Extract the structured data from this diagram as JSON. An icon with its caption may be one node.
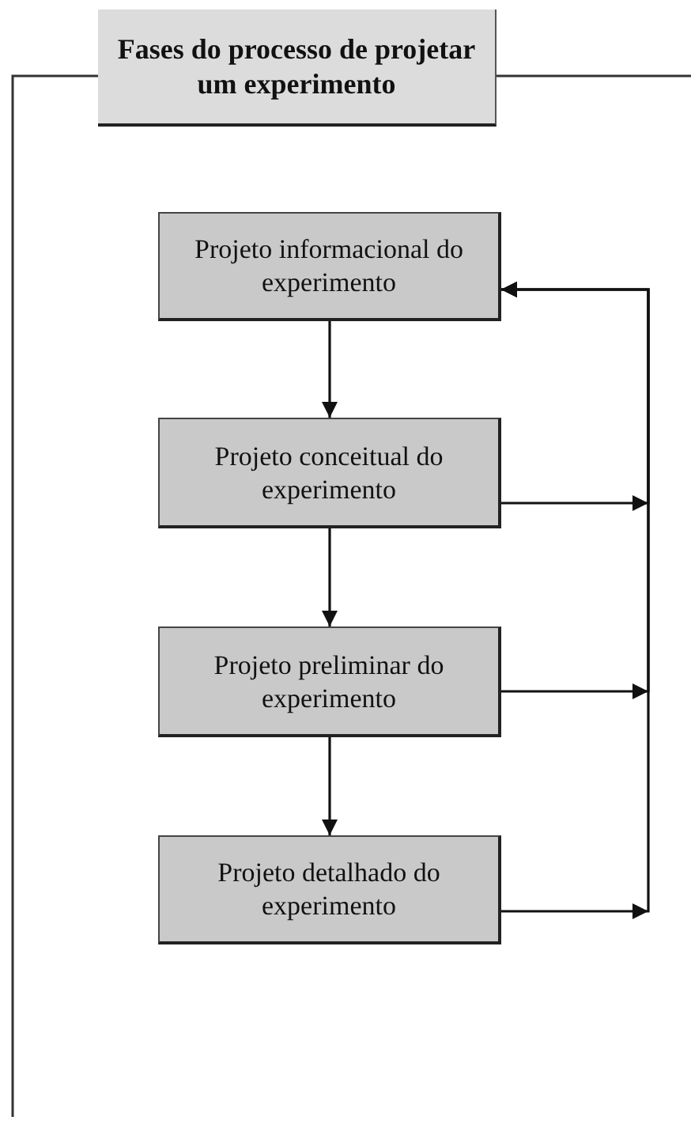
{
  "diagram": {
    "title": "Fases do processo de projetar um experimento",
    "nodes": [
      {
        "text": [
          "Projeto informacional do experimento"
        ]
      },
      {
        "text": [
          "Projeto conceitual do experimento"
        ]
      },
      {
        "text": [
          "Projeto preliminar do experimento"
        ]
      },
      {
        "text": [
          "Projeto detalhado do experimento"
        ]
      }
    ],
    "edges": [
      {
        "from": 0,
        "to": 1,
        "arrow": "to"
      },
      {
        "from": 1,
        "to": 2,
        "arrow": "to"
      },
      {
        "from": 2,
        "to": 3,
        "arrow": "to"
      },
      {
        "from": 1,
        "to": 0,
        "arrow": "to"
      },
      {
        "from": 2,
        "to": 0,
        "arrow": "to"
      },
      {
        "from": 3,
        "to": 0,
        "arrow": "to"
      }
    ]
  }
}
